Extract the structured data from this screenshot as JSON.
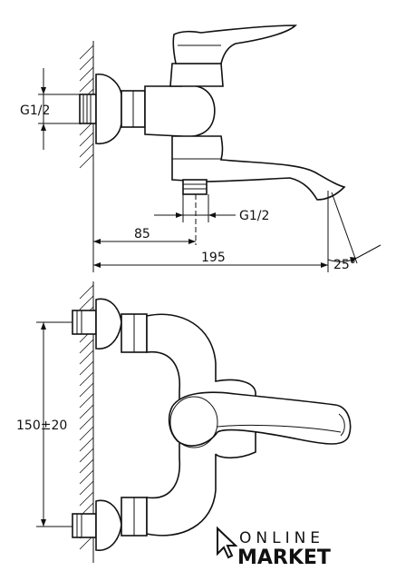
{
  "dimensions": {
    "side_thread": "G1/2",
    "outlet_thread": "G1/2",
    "wall_to_spout_axis": "85",
    "total_projection": "195",
    "spout_angle": "25°",
    "center_distance": "150±20"
  },
  "logo": {
    "line1": "ONLINE",
    "line2": "MARKET"
  },
  "colors": {
    "line": "#111111",
    "background": "#ffffff"
  }
}
